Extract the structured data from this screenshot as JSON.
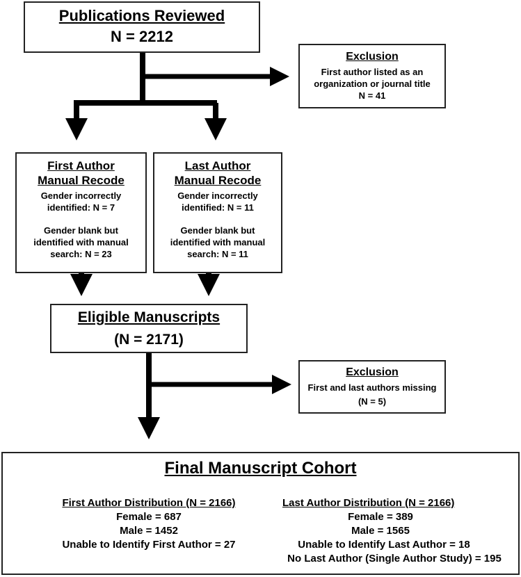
{
  "publications": {
    "title": "Publications  Reviewed",
    "count": "N = 2212"
  },
  "exclusion_1": {
    "title": "Exclusion",
    "lines": [
      "First author listed as an",
      "organization or journal title",
      "N = 41"
    ]
  },
  "first_author_recode": {
    "title_line1": "First Author",
    "title_line2": "Manual Recode",
    "lines": [
      "Gender incorrectly",
      "identified: N = 7",
      "",
      "Gender blank but",
      "identified with manual",
      "search: N = 23"
    ]
  },
  "last_author_recode": {
    "title_line1": "Last Author",
    "title_line2": "Manual Recode",
    "lines": [
      "Gender incorrectly",
      "identified: N = 11",
      "",
      "Gender blank but",
      "identified with manual",
      "search: N = 11"
    ]
  },
  "eligible": {
    "title": "Eligible  Manuscripts",
    "count": "(N = 2171)"
  },
  "exclusion_2": {
    "title": "Exclusion",
    "lines": [
      "First and last authors missing",
      "(N = 5)"
    ]
  },
  "final": {
    "title": "Final Manuscript Cohort",
    "first_heading": "First Author Distribution (N = 2166)",
    "first_lines": [
      "Female = 687",
      "Male = 1452",
      "Unable to Identify First Author = 27"
    ],
    "last_heading": "Last Author Distribution (N = 2166)",
    "last_lines": [
      "Female = 389",
      "Male = 1565",
      "Unable to Identify Last Author = 18",
      "No Last Author (Single Author Study) = 195"
    ]
  }
}
